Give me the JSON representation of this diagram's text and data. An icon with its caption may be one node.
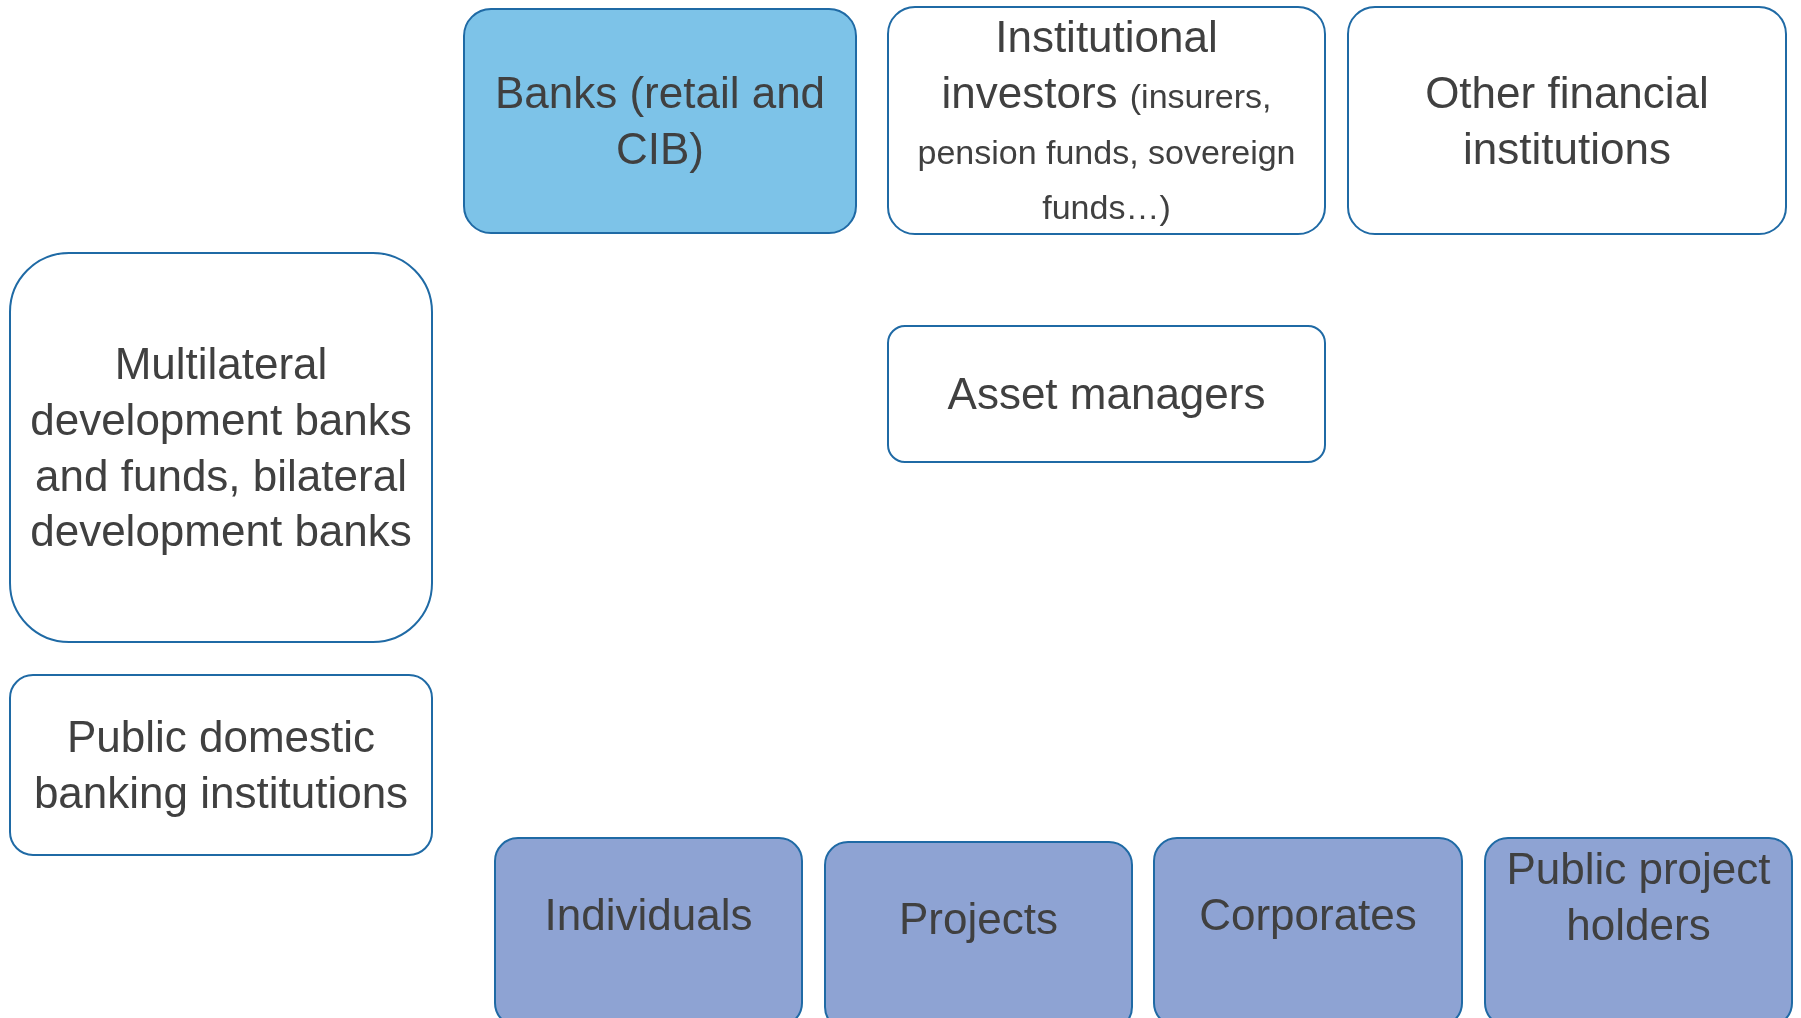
{
  "diagram": {
    "nodes": [
      {
        "text": [
          "Banks (retail and CIB)"
        ]
      },
      {
        "text": [
          "Institutional investors",
          "(insurers, pension funds, sovereign funds…)"
        ]
      },
      {
        "text": [
          "Other financial institutions"
        ]
      },
      {
        "text": [
          "Multilateral development banks and funds, bilateral development banks"
        ]
      },
      {
        "text": [
          "Asset managers"
        ]
      },
      {
        "text": [
          "Public domestic banking institutions"
        ]
      },
      {
        "text": [
          "Individuals"
        ]
      },
      {
        "text": [
          "Projects"
        ]
      },
      {
        "text": [
          "Corporates"
        ]
      },
      {
        "text": [
          "Public project holders"
        ]
      }
    ]
  }
}
